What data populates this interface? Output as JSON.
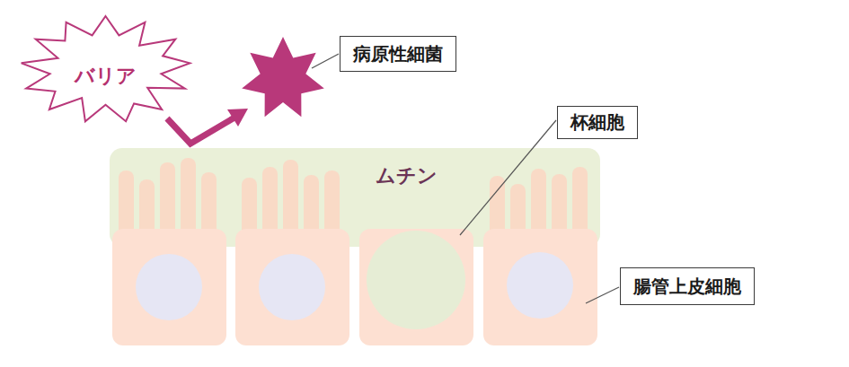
{
  "diagram": {
    "nodes": [
      {
        "text": [
          "バリア"
        ]
      },
      {
        "text": [
          "病原性細菌"
        ]
      },
      {
        "text": [
          "杯細胞"
        ]
      },
      {
        "text": [
          "ムチン"
        ]
      },
      {
        "text": [
          "腸管上皮細胞"
        ]
      }
    ]
  }
}
